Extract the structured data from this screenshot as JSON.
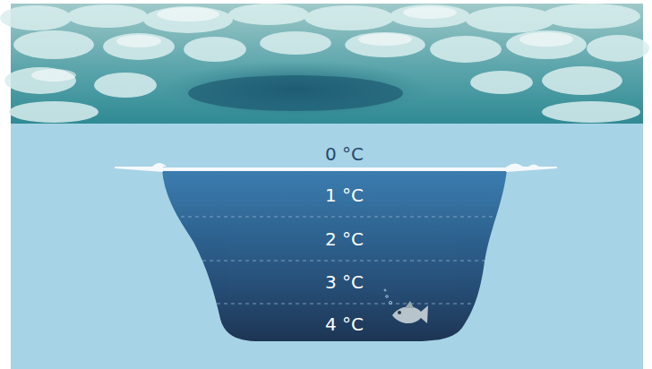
{
  "diagram": {
    "labels": [
      "0 °C",
      "1 °C",
      "2 °C",
      "3 °C",
      "4 °C"
    ]
  }
}
